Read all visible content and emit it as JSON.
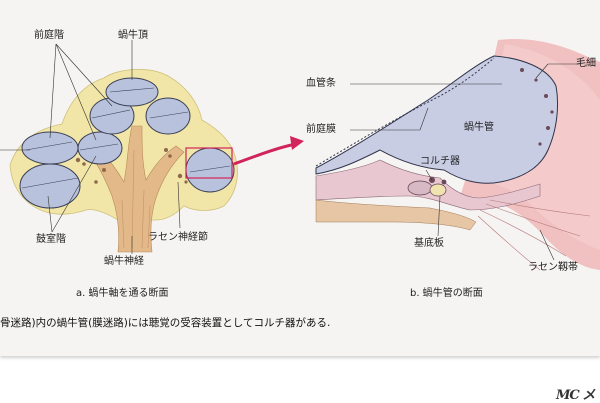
{
  "figure_a": {
    "labels": {
      "scala_vestibuli": "前庭階",
      "apex": "蝸牛頂",
      "scala_tympani": "鼓室階",
      "spiral_ganglion": "ラセン神経節",
      "cochlear_nerve": "蝸牛神経"
    },
    "caption": "a. 蝸牛軸を通る断面"
  },
  "figure_b": {
    "labels": {
      "stria_vascularis": "血管条",
      "hair_cells": "毛細",
      "vestibular_membrane": "前庭膜",
      "cochlear_duct": "蝸牛管",
      "organ_of_corti": "コルチ器",
      "basilar_membrane": "基底板",
      "spiral_ligament": "ラセン靱帯"
    },
    "caption": "b. 蝸牛管の断面"
  },
  "caption_text": "骨迷路)内の蝸牛管(膜迷路)には聴覚の受容装置としてコルチ器がある.",
  "logo_text": "MC メ",
  "colors": {
    "bone": "#f1e6a8",
    "chamber": "#b9c2dc",
    "nerve": "#e3b98a",
    "tissue_pink": "#efb7b7",
    "pointer": "#d1245a"
  }
}
